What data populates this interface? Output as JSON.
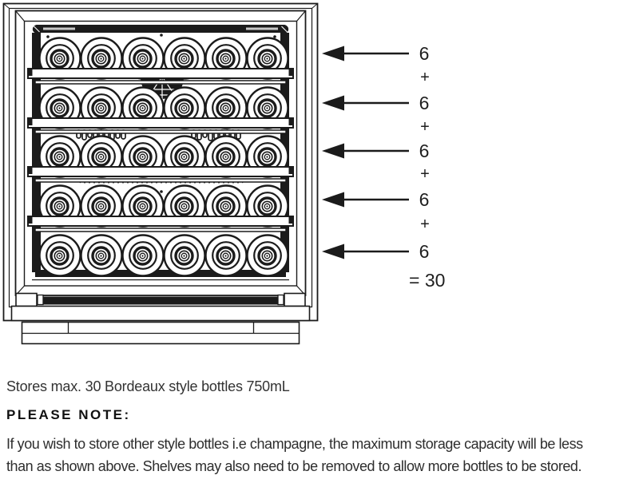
{
  "diagram": {
    "type": "capacity-illustration",
    "shelf_count": 5,
    "bottles_per_shelf": 6,
    "shelf_labels": [
      "6",
      "6",
      "6",
      "6",
      "6"
    ],
    "plus_sign": "+",
    "total_label": "= 30",
    "line_color": "#1b1b1b"
  },
  "caption": "Stores max. 30 Bordeaux style bottles 750mL",
  "note": {
    "heading": "PLEASE NOTE:",
    "body_lines": [
      "If you wish to store other style bottles i.e champagne, the maximum storage capacity will be less",
      "than as shown above. Shelves may also need to be removed to allow more bottles to be stored."
    ]
  }
}
